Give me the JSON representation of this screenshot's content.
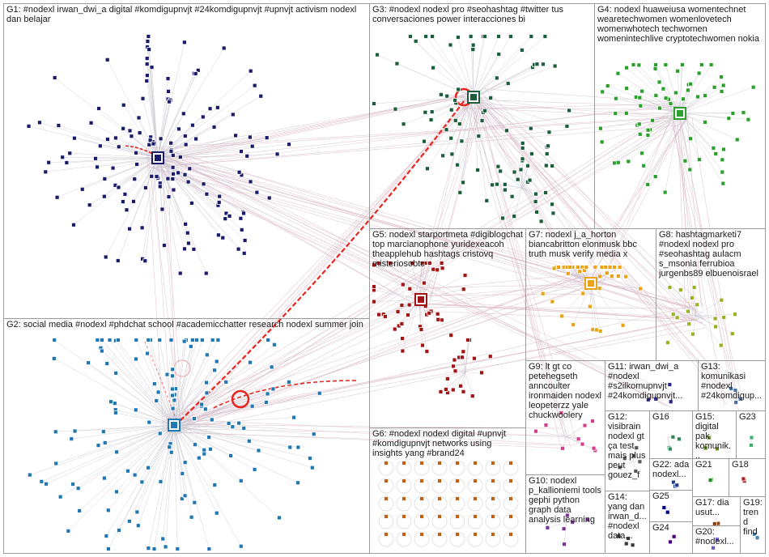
{
  "groups": [
    {
      "id": "G1",
      "label": "G1: #nodexl irwan_dwi_a digital #komdigupnvjt #24komdigupnvjt #upnvjt activism nodexl dan belajar",
      "color": "#1b1b6b"
    },
    {
      "id": "G2",
      "label": "G2: social media #nodexl #phdchat school #academicchatter research nodexl summer join",
      "color": "#1f78b4"
    },
    {
      "id": "G3",
      "label": "G3: #nodexl nodexl pro #seohashtag #twitter tus conversaciones power interacciones bi",
      "color": "#1b5e3b"
    },
    {
      "id": "G4",
      "label": "G4: nodexl huaweiusa womentechnet wearetechwomen womenlovetech womenwhotech techwomen womenintechlive cryptotechwomen nokia",
      "color": "#2ca02c"
    },
    {
      "id": "G5",
      "label": "G5: nodexl starportmeta #digiblogchat top marcianophone yuridexeacoh theapplehub hashtags cristovq misteriosobtc",
      "color": "#a31515"
    },
    {
      "id": "G6",
      "label": "G6: #nodexl nodexl digital #upnvjt #komdigupnvjt networks using insights yang #brand24",
      "color": "#c06010"
    },
    {
      "id": "G7",
      "label": "G7: nodexl j_a_horton biancabritton elonmusk bbc truth musk verify media x",
      "color": "#e8a317"
    },
    {
      "id": "G8",
      "label": "G8: hashtagmarketi7 #nodexl nodexl pro #seohashtag aulacm s_msonia ferrubioa jurgenbs89 elbuenoisrael",
      "color": "#9ab020"
    },
    {
      "id": "G9",
      "label": "G9: lt gt co petehegseth anncoulter ironmaiden nodexl leopeterzz yale chuckwoolery",
      "color": "#d43f8d"
    },
    {
      "id": "G10",
      "label": "G10: nodexl p_kallioniemi tools gephi python graph data analysis learning",
      "color": "#7b3294"
    },
    {
      "id": "G11",
      "label": "G11: irwan_dwi_a #nodexl #s2ilkomupnvjt #24komdigupnvjt...",
      "color": "#2b2b8c"
    },
    {
      "id": "G12",
      "label": "G12: visibrain nodexl gt ça test mais plus peut gouez_f",
      "color": "#5a5a5a"
    },
    {
      "id": "G13",
      "label": "G13: komunikasi #nodexl #24komdigup...",
      "color": "#4a6fa5"
    },
    {
      "id": "G14",
      "label": "G14: yang dan irwan_d... #nodexl data...",
      "color": "#3b3b3b"
    },
    {
      "id": "G15",
      "label": "G15: digital pak komunik...",
      "color": "#6b8e23"
    },
    {
      "id": "G16",
      "label": "G16",
      "color": "#2e8b57"
    },
    {
      "id": "G17",
      "label": "G17: dia usut...",
      "color": "#8b4513"
    },
    {
      "id": "G18",
      "label": "G18",
      "color": "#b22222"
    },
    {
      "id": "G19",
      "label": "G19: trend find",
      "color": "#4682b4"
    },
    {
      "id": "G20",
      "label": "G20: #nodexl...",
      "color": "#6a5acd"
    },
    {
      "id": "G21",
      "label": "G21",
      "color": "#228b22"
    },
    {
      "id": "G22",
      "label": "G22: ada nodexl...",
      "color": "#1e3a8a"
    },
    {
      "id": "G23",
      "label": "G23",
      "color": "#3cb371"
    },
    {
      "id": "G24",
      "label": "G24",
      "color": "#4b0082"
    },
    {
      "id": "G25",
      "label": "G25",
      "color": "#00008b"
    }
  ]
}
